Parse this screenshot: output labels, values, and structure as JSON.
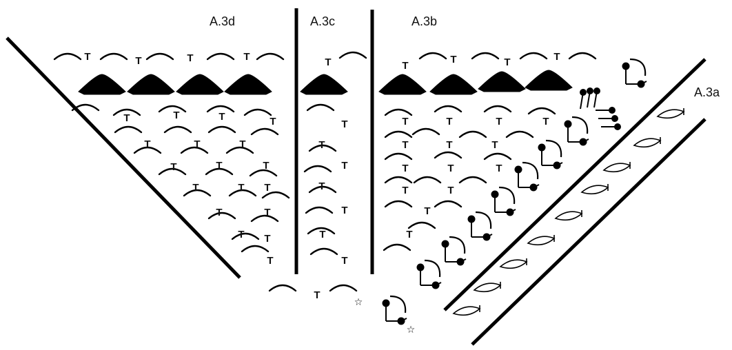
{
  "diagram": {
    "sections": {
      "a3d": {
        "label": "A.3d"
      },
      "a3c": {
        "label": "A.3c"
      },
      "a3b": {
        "label": "A.3b"
      },
      "a3a": {
        "label": "A.3a"
      }
    },
    "symbols": {
      "tee_glyph": "T",
      "star_glyph": "☆"
    }
  }
}
